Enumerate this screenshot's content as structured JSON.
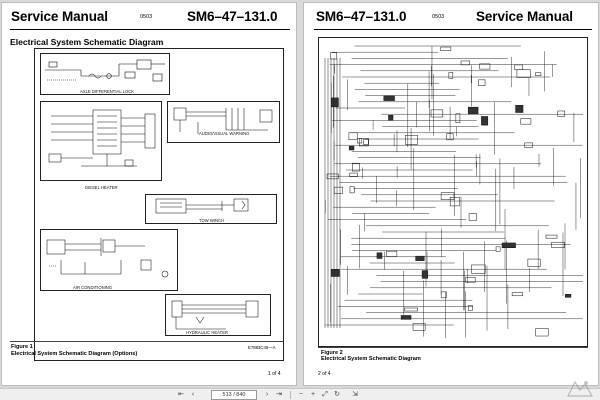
{
  "left_page": {
    "header_title": "Service Manual",
    "header_date": "0503",
    "header_doc": "SM6–47–131.0",
    "sheet_title": "Electrical System Schematic Diagram",
    "panels": [
      {
        "caption": "AXLE DIFFERENTIAL LOCK"
      },
      {
        "caption": "DIESEL HEATER"
      },
      {
        "caption": "AUDIO/VISUAL WARNING"
      },
      {
        "caption": "TOW WINCH"
      },
      {
        "caption": "AIR CONDITIONING"
      },
      {
        "caption": "HYDRAULIC HEATER"
      }
    ],
    "figure_number": "Figure 1",
    "figure_caption": "Electrical System Schematic Diagram (Options)",
    "figure_code": "E7883C45—A",
    "page_footer": "1 of 4"
  },
  "right_page": {
    "header_doc": "SM6–47–131.0",
    "header_date": "0503",
    "header_title": "Service Manual",
    "figure_number": "Figure 2",
    "figure_caption": "Electrical System Schematic Diagram",
    "page_footer": "2 of 4"
  },
  "toolbar": {
    "page_indicator": "513 / 840",
    "first_icon": "⇤",
    "prev_icon": "‹",
    "next_icon": "›",
    "last_icon": "⇥",
    "zoom_out_icon": "−",
    "zoom_in_icon": "+",
    "fit_icon": "⤢",
    "rotate_icon": "↻",
    "expand_icon": "⇲"
  }
}
